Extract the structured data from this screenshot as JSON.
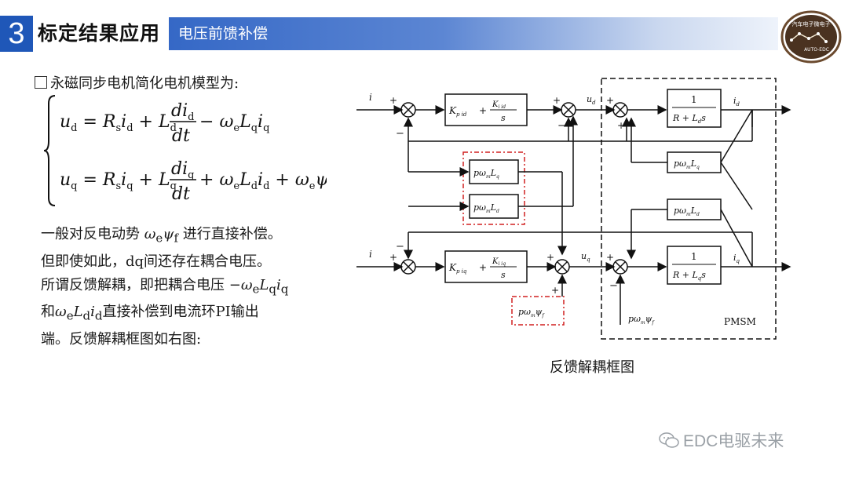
{
  "header": {
    "section_number": "3",
    "section_title": "标定结果应用",
    "subtitle": "电压前馈补偿",
    "logo_text": "汽车电子微电子",
    "logo_subtext": "AUTO-EDC"
  },
  "left": {
    "model_title": "永磁同步电机简化电机模型为:",
    "paragraph_1a": "一般对反电动势",
    "paragraph_1b": "进行直接补偿。",
    "paragraph_2": "但即使如此，dq间还存在耦合电压。",
    "paragraph_3a": "所谓反馈解耦，即把耦合电压",
    "paragraph_4a": "和",
    "paragraph_4b": "直接补偿到电流环PI输出",
    "paragraph_5": "端。反馈解耦框图如右图:"
  },
  "diagram": {
    "caption": "反馈解耦框图",
    "pmsm_label": "PMSM",
    "pi_d": "K_p_id + K_i_id/s",
    "pi_q": "K_p_iq + K_i_iq/s",
    "plant_d": "1/(R+L_d s)",
    "plant_q": "1/(R+L_q s)",
    "ff_d": "pω_m L_q",
    "ff_q": "pω_m L_d",
    "ff_psi": "pω_m ψ_f",
    "pmsm_cross_d": "pω_m L_q",
    "pmsm_cross_q": "pω_m L_d",
    "pmsm_psi": "pω_m ψ_f"
  },
  "watermark": {
    "text": "EDC电驱未来"
  }
}
